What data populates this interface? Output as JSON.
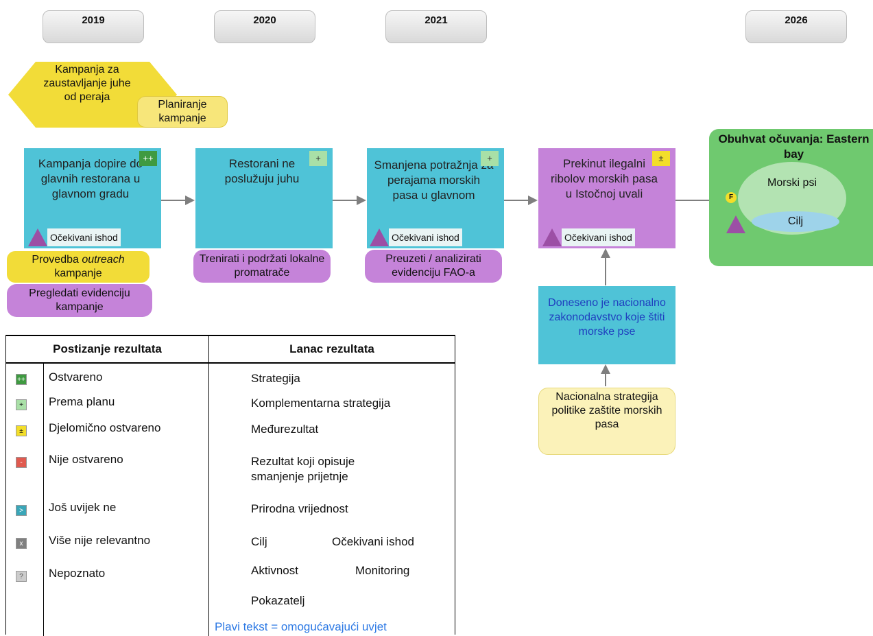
{
  "years": [
    "2019",
    "2020",
    "2021",
    "2026"
  ],
  "campaign_hex": "Kampanja za zaustavljanje juhe od peraja",
  "planning_pill": "Planiranje kampanje",
  "boxes": {
    "b1": {
      "text": "Kampanja dopire do glavnih restorana u glavnom gradu",
      "badge": "++",
      "outcome": "Očekivani ishod"
    },
    "b2": {
      "text": "Restorani ne poslužuju juhu",
      "badge": "+"
    },
    "b3": {
      "text": "Smanjena potražnja za perajama morskih pasa u glavnom",
      "badge": "+",
      "outcome": "Očekivani ishod"
    },
    "b4": {
      "text": "Prekinut ilegalni ribolov morskih pasa u Istočnoj uvali",
      "badge": "±",
      "outcome": "Očekivani ishod"
    },
    "enabling": "Doneseno je nacionalno zakonodavstvo koje štiti morske pse",
    "policy": "Nacionalna strategija politike zaštite morskih pasa"
  },
  "activities": {
    "a1_pre": "Provedba ",
    "a1_em": "outreach",
    "a1_post": "kampanje",
    "a2": "Pregledati evidenciju kampanje",
    "a3": "Trenirati i podržati lokalne promatrače",
    "a4": "Preuzeti / analizirati evidenciju FAO-a"
  },
  "scope": {
    "title": "Obuhvat očuvanja: Eastern bay",
    "target": "Morski psi",
    "goal": "Cilj",
    "f_label": "F"
  },
  "legend": {
    "col1": "Postizanje rezultata",
    "col2": "Lanac rezultata",
    "status": [
      {
        "sym": "++",
        "label": "Ostvareno",
        "color": "#3f9a41"
      },
      {
        "sym": "+",
        "label": "Prema planu",
        "color": "#a9e0a7"
      },
      {
        "sym": "±",
        "label": "Djelomično ostvareno",
        "color": "#f3de2a"
      },
      {
        "sym": "-",
        "label": "Nije ostvareno",
        "color": "#e05a4f"
      },
      {
        "sym": ">",
        "label": "Još uvijek ne",
        "color": "#3aa6b8"
      },
      {
        "sym": "x",
        "label": "Više nije relevantno",
        "color": "#808080"
      },
      {
        "sym": "?",
        "label": "Nepoznato",
        "color": "#cccccc"
      }
    ],
    "chain": {
      "strategy": "Strategija",
      "comp": "Komplementarna strategija",
      "inter": "Međurezultat",
      "threat": "Rezultat koji opisuje smanjenje prijetnje",
      "natural": "Prirodna vrijednost",
      "goal": "Cilj",
      "outcome": "Očekivani ishod",
      "activity": "Aktivnost",
      "monitoring": "Monitoring",
      "indicator": "Pokazatelj",
      "blue": "Plavi tekst = omogućavajući uvjet"
    }
  }
}
